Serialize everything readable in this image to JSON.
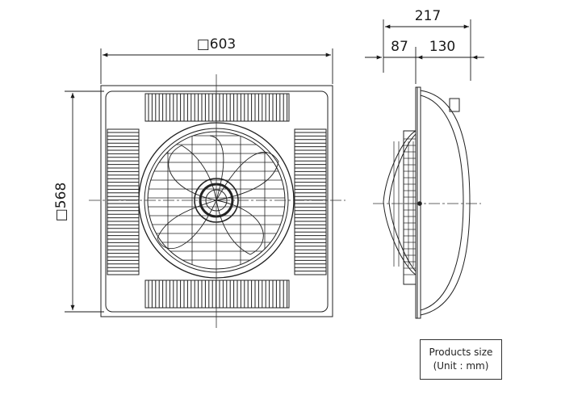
{
  "dimensions": {
    "front_width": "□603",
    "front_height": "□568",
    "side_total": "217",
    "side_part_a": "87",
    "side_part_b": "130"
  },
  "legend": {
    "line1": "Products size",
    "line2": "(Unit : mm)"
  }
}
